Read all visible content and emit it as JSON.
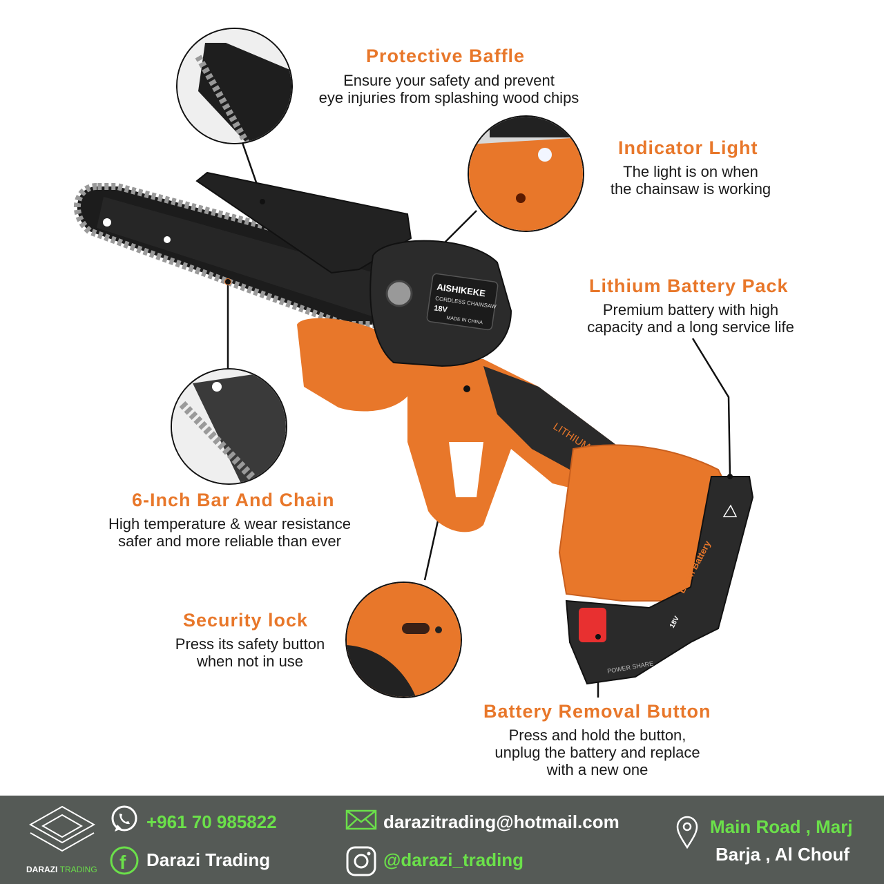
{
  "features": [
    {
      "title": "Protective  Baffle",
      "lines": [
        "Ensure your safety and prevent",
        "eye injuries from splashing wood chips"
      ]
    },
    {
      "title": "Indicator  Light",
      "lines": [
        "The light is on when",
        "the chainsaw is working"
      ]
    },
    {
      "title": "Lithium  Battery  Pack",
      "lines": [
        "Premium battery with high",
        "capacity and a long service life"
      ]
    },
    {
      "title": "6-Inch  Bar  And  Chain",
      "lines": [
        "High temperature & wear resistance",
        "safer and more reliable than ever"
      ]
    },
    {
      "title": "Security  lock",
      "lines": [
        "Press its safety button",
        "when not in use"
      ]
    },
    {
      "title": "Battery  Removal  Button",
      "lines": [
        "Press and hold the button,",
        "unplug the battery and replace",
        "with a new one"
      ]
    }
  ],
  "product": {
    "brand_label": "AISHIKEKE",
    "sub_label": "CORDLESS CHAINSAW",
    "voltage": "18V",
    "origin": "MADE IN CHINA",
    "handle_text": "LITHIUM",
    "battery_text": "Li-ion Battery",
    "battery_voltage": "18V",
    "power_share": "POWER SHARE"
  },
  "footer": {
    "logo_text_1": "DARAZI",
    "logo_text_2": "TRADING",
    "phone": "+961 70 985822",
    "facebook": "Darazi Trading",
    "email": "darazitrading@hotmail.com",
    "instagram": "@darazi_trading",
    "address_line1": "Main Road , Marj",
    "address_line2": "Barja , Al Chouf"
  },
  "colors": {
    "accent": "#e8772a",
    "footer_bg": "#555a56",
    "footer_green": "#6be04a"
  }
}
